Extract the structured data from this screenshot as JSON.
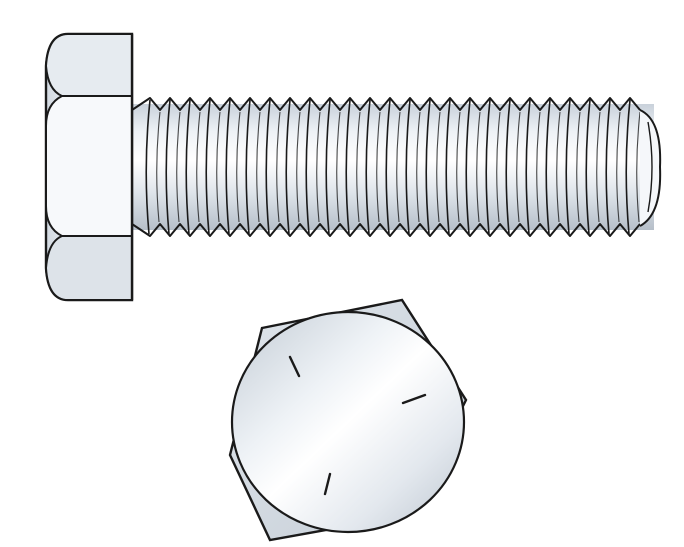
{
  "illustration": {
    "subject": "hex-head-cap-screw",
    "views": [
      "side-view",
      "head-end-view"
    ],
    "colors": {
      "outline": "#1a1a1a",
      "metal_light": "#f4f6f9",
      "metal_mid": "#d7dde4",
      "metal_dark": "#aeb7c1",
      "background": "#ffffff"
    },
    "thread_count_visible": 25,
    "head_grade_marks": 3
  }
}
